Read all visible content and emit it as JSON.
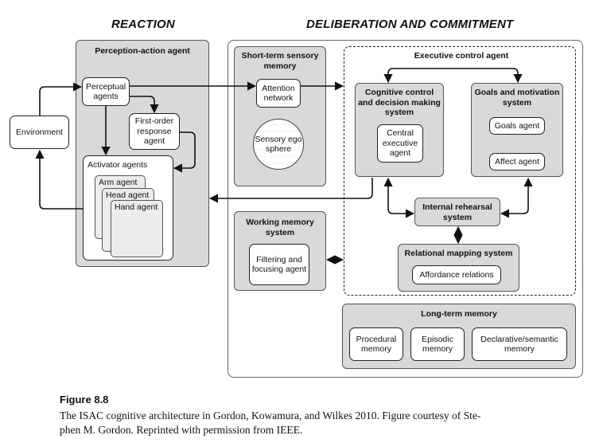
{
  "headings": {
    "reaction": "REACTION",
    "deliberation": "DELIBERATION AND COMMITMENT"
  },
  "reaction": {
    "panel_title": "Perception-action agent",
    "environment": "Environment",
    "perceptual_agents": "Perceptual agents",
    "first_order": "First-order response agent",
    "activator_title": "Activator agents",
    "arm": "Arm agent",
    "head": "Head agent",
    "hand": "Hand agent"
  },
  "deliberation": {
    "short_term": {
      "title": "Short-term sensory memory",
      "attention": "Attention network",
      "sensory_ego": "Sensory ego sphere"
    },
    "working_memory": {
      "title": "Working memory system",
      "filtering": "Filtering and focusing agent"
    },
    "executive": {
      "title": "Executive control agent",
      "cognitive_title": "Cognitive control and decision making system",
      "central": "Central executive agent",
      "goals_title": "Goals and motivation system",
      "goals_agent": "Goals agent",
      "affect_agent": "Affect agent",
      "rehearsal": "Internal rehearsal system",
      "relational_title": "Relational mapping system",
      "affordance": "Affordance relations"
    },
    "long_term": {
      "title": "Long-term memory",
      "procedural": "Procedural memory",
      "episodic": "Episodic memory",
      "declarative": "Declarative/semantic memory"
    }
  },
  "caption": {
    "figure": "Figure 8.8",
    "line1": "The ISAC cognitive architecture in Gordon, Kowamura, and Wilkes 2010. Figure courtesy of Ste-",
    "line2": "phen M. Gordon. Reprinted with permission from IEEE."
  }
}
